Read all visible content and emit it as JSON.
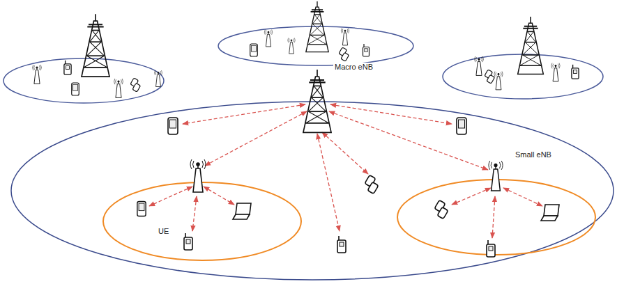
{
  "diagram": {
    "labels": [
      "Macro eNB",
      "Small eNB",
      "UE"
    ]
  }
}
